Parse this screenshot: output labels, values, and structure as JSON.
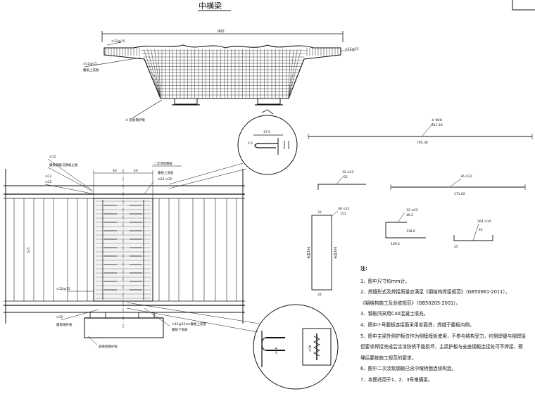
{
  "title": "中横梁",
  "top_view": {
    "dimension": "900",
    "callout_left_top": "⊙12@15",
    "callout_right_top": "⊙12@15",
    "callout_left_mid": "⊙12@15",
    "callout_left_label": "腹板上盖板",
    "callout_bottom": "⑤ 底板钢护板"
  },
  "bar_long": {
    "label": "⑥ Φ28",
    "sub": "811.16",
    "length": "795.38"
  },
  "bar2": {
    "label": "32 ⊙12",
    "sub": "52"
  },
  "bar3": {
    "label": "36 ⊙12",
    "sub": "171.62"
  },
  "bar4": {
    "label": "48 ⊙12",
    "sub": "151",
    "side_a": "长度194",
    "side_b": "长度194",
    "top": "33",
    "bot": "33"
  },
  "bar5": {
    "label": "12 ⊙22",
    "sub": "46.2",
    "sub2": "138.6",
    "dim": "109.4"
  },
  "bar6": {
    "label": "264 ⊙14",
    "sub": "45",
    "dim": "25"
  },
  "detail_top": {
    "dim_a": "17.5",
    "dim_b": "5.5"
  },
  "detail_bottom": {
    "dim": "⊙16",
    "dim2": "⊙16"
  },
  "elevation": {
    "label_1": "⊙12",
    "label_2": "腹板钢板与钢板止板",
    "label_3": "⊙12",
    "label_4": "⊙12",
    "label_5": "腹板上盖板",
    "label_6": "⊙22 ⊙15",
    "label_7": "二次浇筑钢板",
    "dim_1": "40",
    "dim_2": "40",
    "side_dim": "525",
    "left_mid": "⊙12@15",
    "bottom_left_1": "⊙12",
    "bottom_left_2": "腹板钢护板",
    "bottom_mid_1": "⊙12@15cm腹板上底部",
    "bottom_mid_2": "腹板下盖板",
    "bottom_label": "底座底钢护板"
  },
  "notes": {
    "title": "注:",
    "items": [
      "1、图中尺寸均mm计。",
      "2、焊缝形式及焊接质量应满足《钢结构焊接规范》（GB50661-2011），",
      "   《钢结构施工及验收规范》（GB50205-2001）。",
      "3、钢板间采用C40混凝土填充。",
      "4、图中⑦号腹板连接筋采用单面焊，焊缝于腹板内侧。",
      "5、图中主梁外侧护板仅作为侧模模板使用，不参与结构受力，约侧焊缝与钢焊接",
      "   但要求焊接完成后涂漆防锈不能损坏，主梁护板与支座钢板连接处可不焊接，预",
      "   埋后要按施工规范的要求。",
      "6、图中二次浇筑钢板已含中墩桥面连续构造。",
      "7、本图适用于1、2、3号墩横梁。"
    ]
  }
}
